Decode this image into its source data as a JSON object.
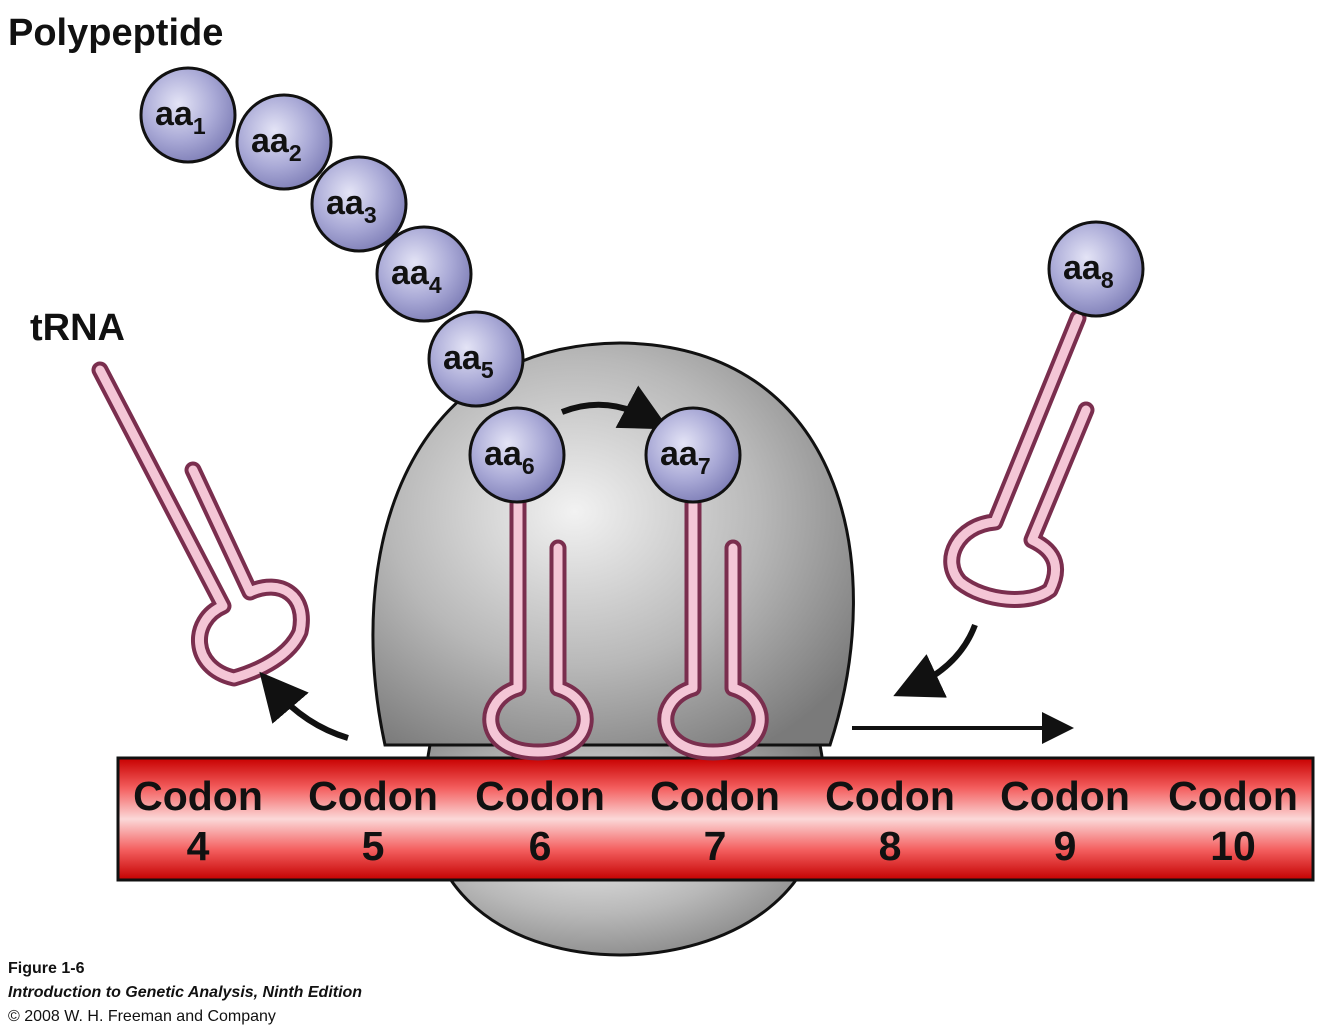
{
  "title": "Polypeptide",
  "trna_label": "tRNA",
  "amino_acids": [
    {
      "base": "aa",
      "sub": "1"
    },
    {
      "base": "aa",
      "sub": "2"
    },
    {
      "base": "aa",
      "sub": "3"
    },
    {
      "base": "aa",
      "sub": "4"
    },
    {
      "base": "aa",
      "sub": "5"
    },
    {
      "base": "aa",
      "sub": "6"
    },
    {
      "base": "aa",
      "sub": "7"
    },
    {
      "base": "aa",
      "sub": "8"
    }
  ],
  "codons": [
    {
      "word": "Codon",
      "number": "4"
    },
    {
      "word": "Codon",
      "number": "5"
    },
    {
      "word": "Codon",
      "number": "6"
    },
    {
      "word": "Codon",
      "number": "7"
    },
    {
      "word": "Codon",
      "number": "8"
    },
    {
      "word": "Codon",
      "number": "9"
    },
    {
      "word": "Codon",
      "number": "10"
    }
  ],
  "caption": {
    "figure": "Figure 1-6",
    "book": "Introduction to Genetic Analysis, Ninth Edition",
    "copyright": "© 2008 W. H. Freeman and Company"
  },
  "colors": {
    "amino_acid_fill": "#a9a9d6",
    "trna_outline": "#7a2e4e",
    "trna_fill": "#f4c6d6",
    "ribosome": "#b0b0b0",
    "mrna_center": "#f04040",
    "mrna_edge": "#c40000"
  }
}
